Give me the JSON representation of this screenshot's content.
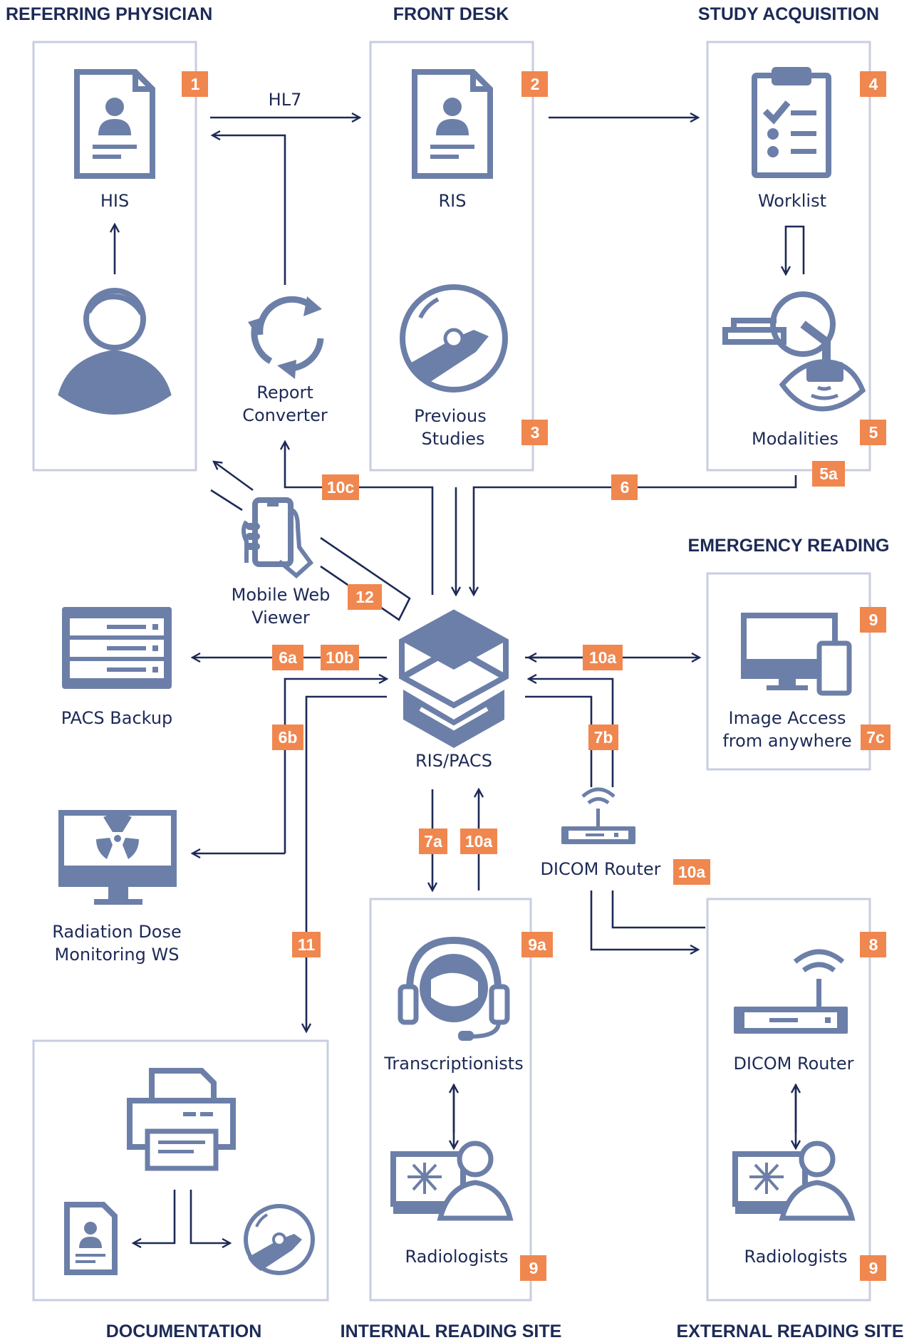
{
  "sections": {
    "referring_physician": "REFERRING PHYSICIAN",
    "front_desk": "FRONT DESK",
    "study_acquisition": "STUDY ACQUISITION",
    "emergency_reading": "EMERGENCY READING",
    "documentation": "DOCUMENTATION",
    "internal_reading_site": "INTERNAL READING SITE",
    "external_reading_site": "EXTERNAL READING SITE"
  },
  "nodes": {
    "his": "HIS",
    "ris": "RIS",
    "worklist": "Worklist",
    "report_converter_1": "Report",
    "report_converter_2": "Converter",
    "previous_studies_1": "Previous",
    "previous_studies_2": "Studies",
    "modalities": "Modalities",
    "mobile_viewer_1": "Mobile Web",
    "mobile_viewer_2": "Viewer",
    "pacs_backup": "PACS Backup",
    "ris_pacs": "RIS/PACS",
    "image_access_1": "Image Access",
    "image_access_2": "from anywhere",
    "radiation_1": "Radiation Dose",
    "radiation_2": "Monitoring WS",
    "dicom_router_mid": "DICOM Router",
    "transcriptionists": "Transcriptionists",
    "dicom_router_ext": "DICOM Router",
    "radiologists_int": "Radiologists",
    "radiologists_ext": "Radiologists"
  },
  "edges": {
    "hl7": "HL7"
  },
  "badges": {
    "b1": "1",
    "b2": "2",
    "b3": "3",
    "b4": "4",
    "b5": "5",
    "b5a": "5a",
    "b6": "6",
    "b6a": "6a",
    "b6b": "6b",
    "b7a": "7a",
    "b7b": "7b",
    "b7c": "7c",
    "b8": "8",
    "b9_emergency": "9",
    "b9a": "9a",
    "b9_internal": "9",
    "b9_external": "9",
    "b10a_right": "10a",
    "b10a_down": "10a",
    "b10a_router": "10a",
    "b10b": "10b",
    "b10c": "10c",
    "b11": "11",
    "b12": "12"
  },
  "colors": {
    "navy": "#1d2a57",
    "icon": "#6c7fa8",
    "badge": "#f0874f",
    "panel_border": "#c8cde0"
  }
}
